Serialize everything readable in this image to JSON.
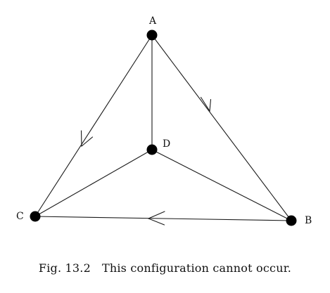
{
  "nodes": [
    {
      "id": "A",
      "label": "A"
    },
    {
      "id": "B",
      "label": "B"
    },
    {
      "id": "C",
      "label": "C"
    },
    {
      "id": "D",
      "label": "D"
    }
  ],
  "edges": [
    {
      "from": "A",
      "to": "D",
      "arrow": false
    },
    {
      "from": "A",
      "to": "B",
      "arrow": true
    },
    {
      "from": "A",
      "to": "C",
      "arrow": true
    },
    {
      "from": "B",
      "to": "C",
      "arrow": true
    },
    {
      "from": "D",
      "to": "B",
      "arrow": false
    },
    {
      "from": "D",
      "to": "C",
      "arrow": false
    }
  ],
  "caption": {
    "number": "Fig. 13.2",
    "text": "This configuration cannot occur."
  }
}
